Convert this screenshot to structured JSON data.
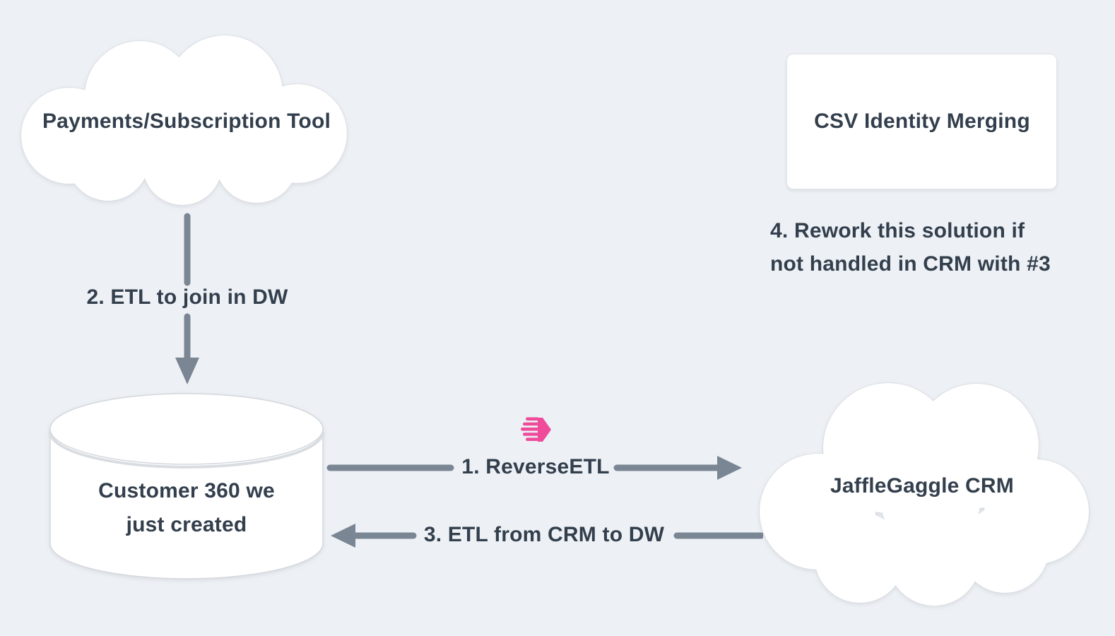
{
  "diagram": {
    "background_color": "#edf1f5",
    "shape_fill_color": "#ffffff",
    "shape_border_color": "#d7dbe0",
    "text_color": "#333f4d",
    "arrow_color": "#7b8694",
    "accent_pink": "#ee4c9b"
  },
  "nodes": {
    "payments_cloud": {
      "shape": "cloud",
      "label": "Payments/Subscription Tool"
    },
    "customer360_db": {
      "shape": "cylinder",
      "label_line1": "Customer 360 we",
      "label_line2": "just created"
    },
    "csv_rect": {
      "shape": "rectangle",
      "label": "CSV Identity Merging"
    },
    "crm_cloud": {
      "shape": "cloud",
      "label": "JaffleGaggle CRM"
    }
  },
  "edges": {
    "etl_join": {
      "label": "2. ETL to join in DW",
      "direction": "down",
      "from": "payments_cloud",
      "to": "customer360_db"
    },
    "reverse_etl": {
      "label": "1. ReverseETL",
      "direction": "right",
      "from": "customer360_db",
      "to": "crm_cloud",
      "icon": "hightouch-logo",
      "icon_color": "#ee4c9b"
    },
    "etl_from_crm": {
      "label": "3. ETL from CRM to DW",
      "direction": "left",
      "from": "crm_cloud",
      "to": "customer360_db"
    }
  },
  "notes": {
    "rework": {
      "line1": "4. Rework this solution if",
      "line2": "not handled in CRM with #3"
    }
  }
}
